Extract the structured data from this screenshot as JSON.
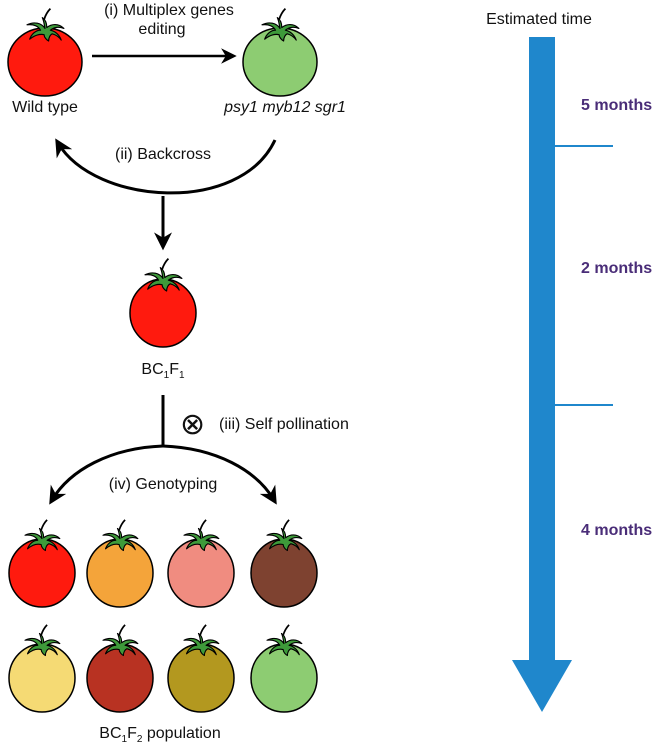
{
  "labels": {
    "step1_line1": "(i) Multiplex genes",
    "step1_line2": "editing",
    "wild_type": "Wild type",
    "mutant": "psy1 myb12 sgr1",
    "step2": "(ii) Backcross",
    "bc1f1_a": "BC",
    "bc1f1_b": "1",
    "bc1f1_c": "F",
    "bc1f1_d": "1",
    "step3_symbol": "⊗",
    "step3": "(iii) Self pollination",
    "step4": "(iv) Genotyping",
    "bc1f2_a": "BC",
    "bc1f2_b": "1",
    "bc1f2_c": "F",
    "bc1f2_d": "2",
    "bc1f2_e": " population"
  },
  "timeline": {
    "title": "Estimated time",
    "durations": [
      "5 months",
      "2 months",
      "4 months"
    ],
    "arrow_color": "#1f87cc",
    "text_color": "#4a2d78"
  },
  "fruit_colors": {
    "wild_type": "#ff1a0e",
    "mutant": "#8dcc72",
    "bc1f1": "#ff1a0e",
    "row1": [
      "#ff1a0e",
      "#f4a43a",
      "#f08c80",
      "#7e4230"
    ],
    "row2": [
      "#f5da74",
      "#b83222",
      "#b3981f",
      "#8dcc72"
    ]
  }
}
